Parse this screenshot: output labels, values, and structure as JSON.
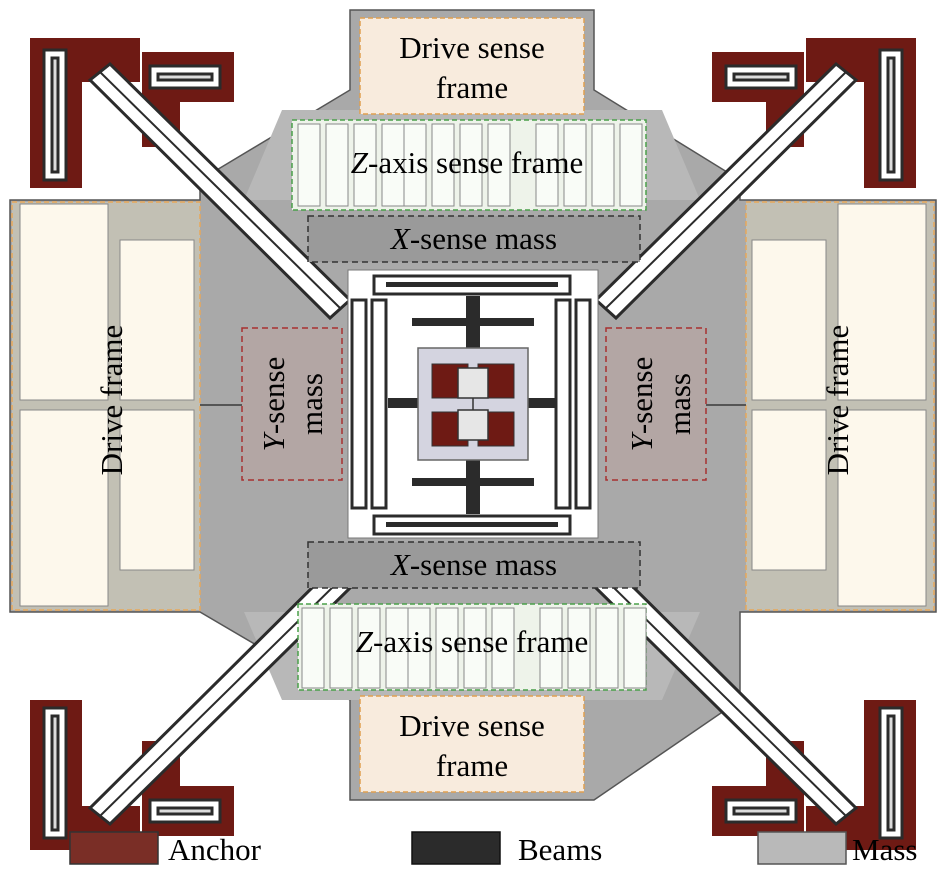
{
  "labels": {
    "drive_sense_frame_top_line1": "Drive sense",
    "drive_sense_frame_top_line2": "frame",
    "drive_sense_frame_bottom_line1": "Drive sense",
    "drive_sense_frame_bottom_line2": "frame",
    "z_axis_top_italic": "Z",
    "z_axis_top_rest": "-axis sense frame",
    "z_axis_bottom_italic": "Z",
    "z_axis_bottom_rest": "-axis sense frame",
    "x_sense_top_italic": "X",
    "x_sense_top_rest": "-sense mass",
    "x_sense_bottom_italic": "X",
    "x_sense_bottom_rest": "-sense mass",
    "y_sense_left_italic": "Y",
    "y_sense_left_rest": "-sense",
    "y_sense_left_line2": "mass",
    "y_sense_right_italic": "Y",
    "y_sense_right_rest": "-sense",
    "y_sense_right_line2": "mass",
    "drive_frame_left": "Drive frame",
    "drive_frame_right": "Drive frame"
  },
  "legend": [
    {
      "label": "Anchor",
      "color": "#7a2e26"
    },
    {
      "label": "Beams",
      "color": "#2b2b2b"
    },
    {
      "label": "Mass",
      "color": "#b9b9b9"
    }
  ],
  "colors": {
    "anchor": "#6e1a14",
    "beam": "#2b2b2b",
    "mass": "#a9a9a9",
    "mass_light": "#c4c4c4",
    "frame_fill": "#fdf8ec",
    "drive_sense_fill": "#f8ebdd",
    "z_frame_fill": "#f6faf3",
    "x_mass_fill": "#9a9a9a",
    "y_mass_fill": "#b3a6a4"
  }
}
